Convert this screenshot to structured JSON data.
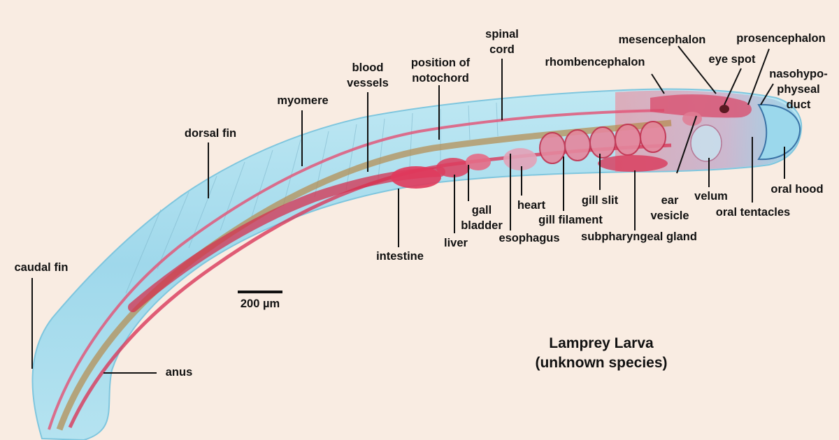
{
  "title": [
    "Lamprey Larva",
    "(unknown species)"
  ],
  "scale_bar": {
    "label": "200 µm"
  },
  "colors": {
    "background": "#f9ece2",
    "body_fill": "#a8dced",
    "tissue_red": "#dd3d5e",
    "notochord_brown": "#b58a4c",
    "leader_line": "#111111"
  },
  "labels": {
    "spinal_cord": [
      "spinal",
      "cord"
    ],
    "mesencephalon": [
      "mesencephalon"
    ],
    "prosencephalon": [
      "prosencephalon"
    ],
    "position_of_notochord": [
      "position of",
      "notochord"
    ],
    "rhombencephalon": [
      "rhombencephalon"
    ],
    "eye_spot": [
      "eye spot"
    ],
    "nasohypophyseal_duct": [
      "nasohypo-",
      "physeal",
      "duct"
    ],
    "blood_vessels": [
      "blood",
      "vessels"
    ],
    "myomere": [
      "myomere"
    ],
    "dorsal_fin": [
      "dorsal fin"
    ],
    "caudal_fin": [
      "caudal fin"
    ],
    "anus": [
      "anus"
    ],
    "intestine": [
      "intestine"
    ],
    "liver": [
      "liver"
    ],
    "gall_bladder": [
      "gall",
      "bladder"
    ],
    "heart": [
      "heart"
    ],
    "esophagus": [
      "esophagus"
    ],
    "gill_filament": [
      "gill filament"
    ],
    "gill_slit": [
      "gill slit"
    ],
    "subpharyngeal_gland": [
      "subpharyngeal gland"
    ],
    "ear_vesicle": [
      "ear",
      "vesicle"
    ],
    "velum": [
      "velum"
    ],
    "oral_tentacles": [
      "oral tentacles"
    ],
    "oral_hood": [
      "oral hood"
    ]
  }
}
